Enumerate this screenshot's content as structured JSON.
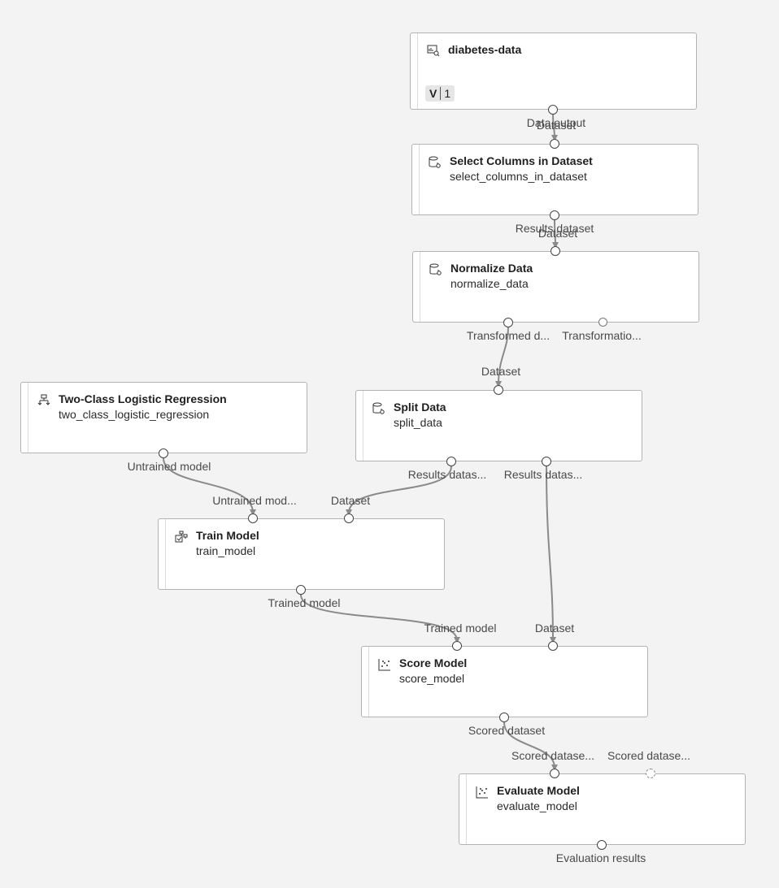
{
  "nodes": {
    "diabetes_data": {
      "title": "diabetes-data",
      "badge_v": "V",
      "badge_num": "1",
      "icon": "dataset-icon"
    },
    "select_columns": {
      "title": "Select Columns in Dataset",
      "subtitle": "select_columns_in_dataset",
      "icon": "data-transform-icon"
    },
    "normalize_data": {
      "title": "Normalize Data",
      "subtitle": "normalize_data",
      "icon": "data-transform-icon"
    },
    "logistic_regression": {
      "title": "Two-Class Logistic Regression",
      "subtitle": "two_class_logistic_regression",
      "icon": "tree-icon"
    },
    "split_data": {
      "title": "Split Data",
      "subtitle": "split_data",
      "icon": "data-transform-icon"
    },
    "train_model": {
      "title": "Train Model",
      "subtitle": "train_model",
      "icon": "train-icon"
    },
    "score_model": {
      "title": "Score Model",
      "subtitle": "score_model",
      "icon": "scatter-icon"
    },
    "evaluate_model": {
      "title": "Evaluate Model",
      "subtitle": "evaluate_model",
      "icon": "scatter-icon"
    }
  },
  "ports": {
    "diabetes_out": "Data output",
    "select_in": "Dataset",
    "select_out": "Results dataset",
    "normalize_in": "Dataset",
    "normalize_out1": "Transformed d...",
    "normalize_out2": "Transformatio...",
    "split_in": "Dataset",
    "split_out1": "Results datas...",
    "split_out2": "Results datas...",
    "lr_out": "Untrained model",
    "train_in1": "Untrained mod...",
    "train_in2": "Dataset",
    "train_out": "Trained model",
    "score_in1": "Trained model",
    "score_in2": "Dataset",
    "score_out": "Scored dataset",
    "eval_in1": "Scored datase...",
    "eval_in2": "Scored datase...",
    "eval_out": "Evaluation results"
  },
  "colors": {
    "canvas": "#f3f3f3",
    "node_bg": "#ffffff",
    "node_border": "#b3b3b3",
    "wire": "#8a8a8a"
  }
}
